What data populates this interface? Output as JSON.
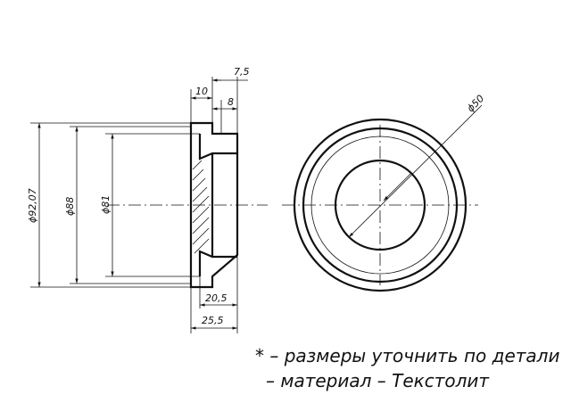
{
  "dimensions": {
    "d_92_07": "ϕ92,07",
    "d_88": "ϕ88",
    "d_81": "ϕ81",
    "d_50": "ϕ50",
    "w_7_5": "7,5",
    "w_10": "10",
    "w_8": "8",
    "w_20_5": "20,5",
    "w_25_5": "25,5"
  },
  "notes": {
    "line1": "* – размеры уточнить по детали",
    "line2": "– материал – Текстолит"
  }
}
